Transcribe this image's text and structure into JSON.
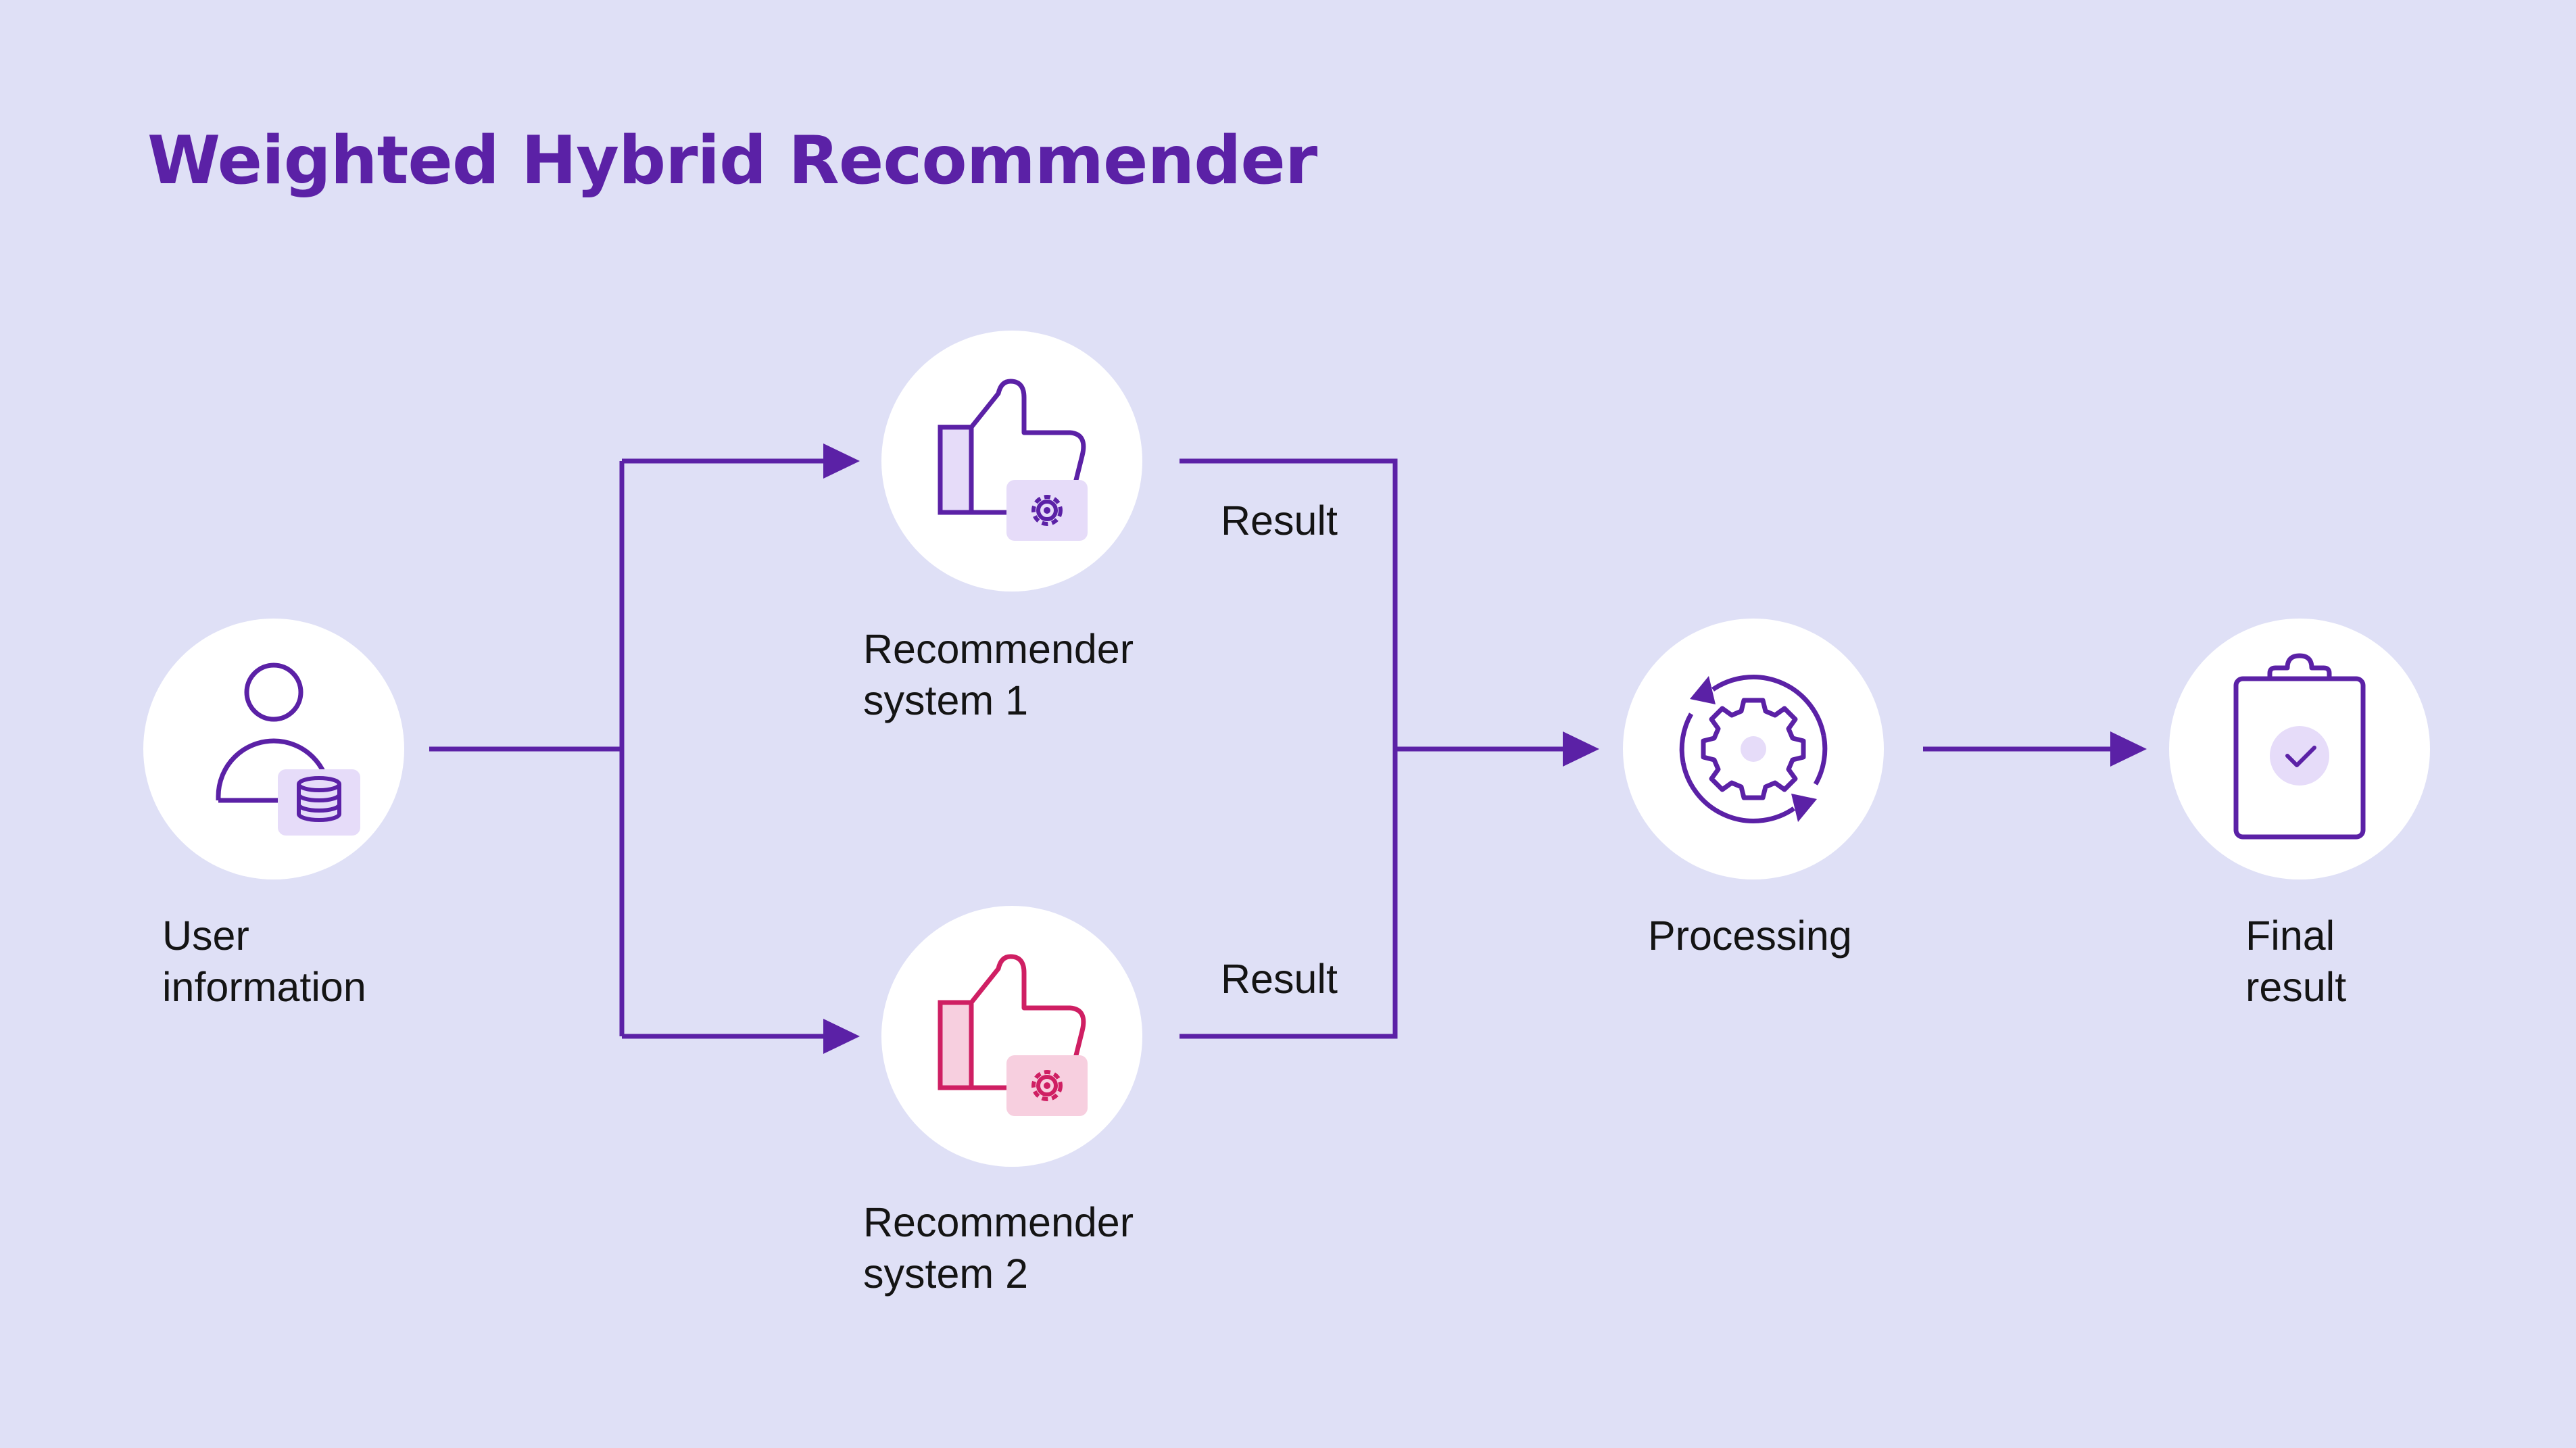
{
  "title": "Weighted Hybrid Recommender",
  "nodes": {
    "user": {
      "label_line1": "User",
      "label_line2": "information",
      "icon": "user-database-icon"
    },
    "rec1": {
      "label_line1": "Recommender",
      "label_line2": "system 1",
      "icon": "thumbs-up-gear-icon"
    },
    "rec2": {
      "label_line1": "Recommender",
      "label_line2": "system 2",
      "icon": "thumbs-up-gear-icon"
    },
    "processing": {
      "label": "Processing",
      "icon": "cycle-gear-icon"
    },
    "final": {
      "label_line1": "Final",
      "label_line2": "result",
      "icon": "clipboard-check-icon"
    }
  },
  "edge_labels": {
    "result_top": "Result",
    "result_bottom": "Result"
  },
  "colors": {
    "background": "#dfe0f6",
    "accent": "#5b21a6",
    "accent_light": "#e6dcf9",
    "alt": "#cf1f63",
    "alt_light": "#f7cfdf",
    "node_fill": "#ffffff"
  }
}
